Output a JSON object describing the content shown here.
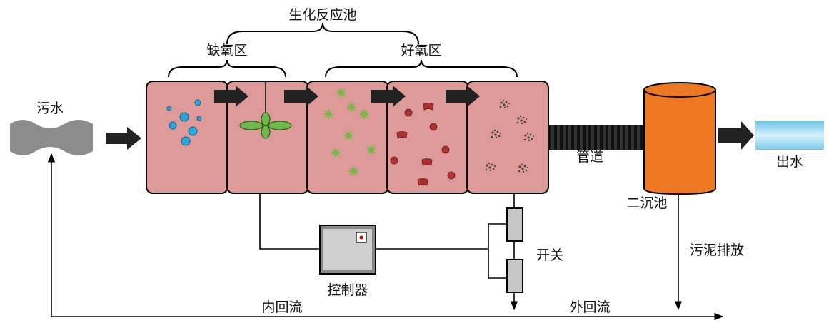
{
  "labels": {
    "reactor": "生化反应池",
    "anoxic": "缺氧区",
    "aerobic": "好氧区",
    "sewage": "污水",
    "pipe": "管道",
    "clarifier": "二沉池",
    "effluent": "出水",
    "sludge": "污泥排放",
    "switch": "开关",
    "controller": "控制器",
    "internal_return": "内回流",
    "external_return": "外回流"
  },
  "colors": {
    "tank": "#dd9a98",
    "clarifier": "#ee7722",
    "effluent": "#a8dcf2",
    "sewage": "#8c8c8c",
    "bubble": "#2aa6df",
    "stirrer": "#6fb84a",
    "microbe_green": "#7ab648",
    "microbe_red": "#b03030",
    "microbe_dark": "#444444"
  }
}
